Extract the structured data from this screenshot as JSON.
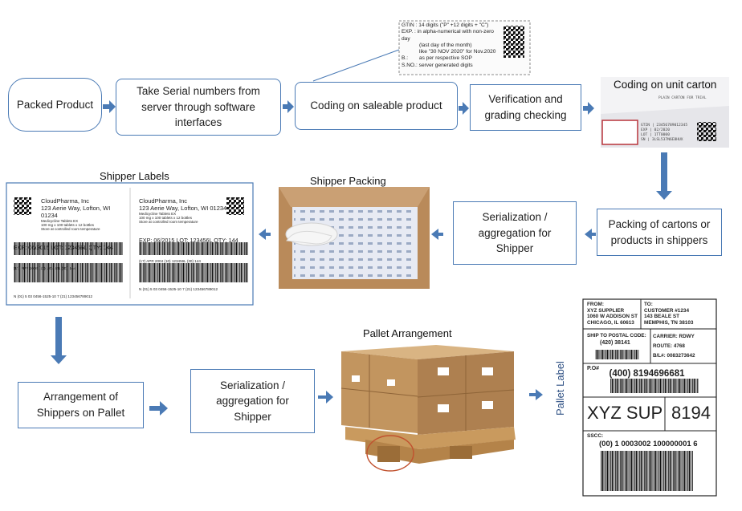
{
  "flow": {
    "packed_product": "Packed Product",
    "take_serial": "Take Serial numbers from server through software interfaces",
    "coding_saleable": "Coding on saleable product",
    "verification": "Verification and grading checking",
    "packing_cartons": "Packing of cartons or products in shippers",
    "serialization1": "Serialization / aggregation for Shipper",
    "arrangement": "Arrangement of Shippers on Pallet",
    "serialization2": "Serialization / aggregation for Shipper"
  },
  "labels": {
    "coding_unit_carton": "Coding on unit carton",
    "shipper_labels": "Shipper Labels",
    "shipper_packing": "Shipper Packing",
    "pallet_arrangement": "Pallet Arrangement",
    "pallet_label": "Pallet Label"
  },
  "code_spec": {
    "gtin_key": "GTIN :",
    "gtin_val": "14 digits (\"P\" +12 digits + \"C\")",
    "exp_key": "EXP. :",
    "exp_val1": "in alpha-numerical with non-zero day",
    "exp_val2": "(last day of the month)",
    "exp_val3": "like \"30 NOV 2020\" for Nov.2020",
    "b_key": "B.:",
    "b_val": "as per respective SOP",
    "sno_key": "S.NO.:",
    "sno_val": "server generated digits"
  },
  "carton": {
    "title": "PLAIN CARTON FOR TRIAL",
    "gtin": "GTIN | 23456789012345",
    "exp": "EXP | 02/2020",
    "lot": "LOT | 1TT0000",
    "sn": "SN | 3LSL537N6E8HUX"
  },
  "shipper_label": {
    "company": "CloudPharma, Inc",
    "address": "123 Aerie Way, Lofton, WI 01234",
    "product": "Medicycline Tablets EX",
    "pack": "100 mg x 100 tablets x 12 bottles",
    "storage": "Store at controlled room temperature",
    "exp_line": "EXP: 06/2015  LOT: 123456L  QTY: 144",
    "bc1": "(17) APR 2004 (10) 123456L (30) 144",
    "bc2": "N (01) 5 03 0456-1525-10 7 (21) 123456789012"
  },
  "pallet_label": {
    "from_label": "FROM:",
    "from_l1": "XYZ SUPPLIER",
    "from_l2": "1060 W ADDISON ST",
    "from_l3": "CHICAGO, IL 60613",
    "to_label": "TO:",
    "to_l1": "CUSTOMER #1234",
    "to_l2": "143 BEALE ST",
    "to_l3": "MEMPHIS, TN 38103",
    "ship_label": "SHIP TO POSTAL CODE:",
    "ship_code": "(420)  38141",
    "carrier": "CARRIER:  RDWY",
    "route": "ROUTE:  4768",
    "bl": "B/L#: 0083273642",
    "po_label": "P.O#",
    "po_value": "(400)  8194696681",
    "big_name": "XYZ SUP",
    "big_num": "8194",
    "sscc_label": "SSCC:",
    "sscc_value": "(00) 1 0003002 100000001 6"
  }
}
